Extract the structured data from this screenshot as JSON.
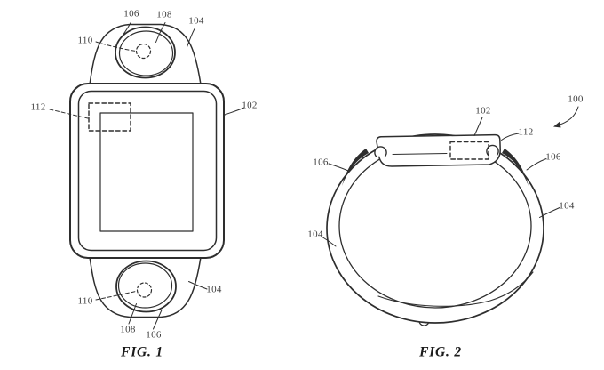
{
  "refs": {
    "100": "100",
    "102": "102",
    "104": "104",
    "106": "106",
    "108": "108",
    "110": "110",
    "112": "112"
  },
  "figures": {
    "fig1": {
      "caption": "FIG. 1"
    },
    "fig2": {
      "caption": "FIG. 2"
    }
  },
  "colors": {
    "line": "#2e2e2e",
    "label": "#3c3c3c",
    "caption": "#1c1c1c",
    "background": "#ffffff"
  }
}
